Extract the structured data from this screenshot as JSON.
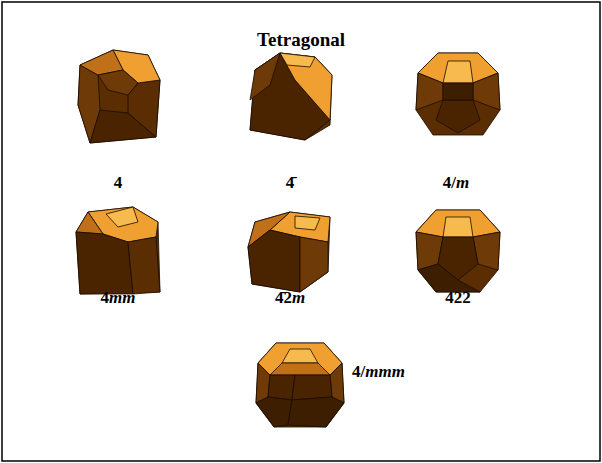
{
  "diagram": {
    "title": "Tetragonal",
    "labels": [
      "4",
      "4̄",
      "4/m",
      "4mm",
      "4̄2m",
      "422",
      "4/mmm"
    ]
  }
}
